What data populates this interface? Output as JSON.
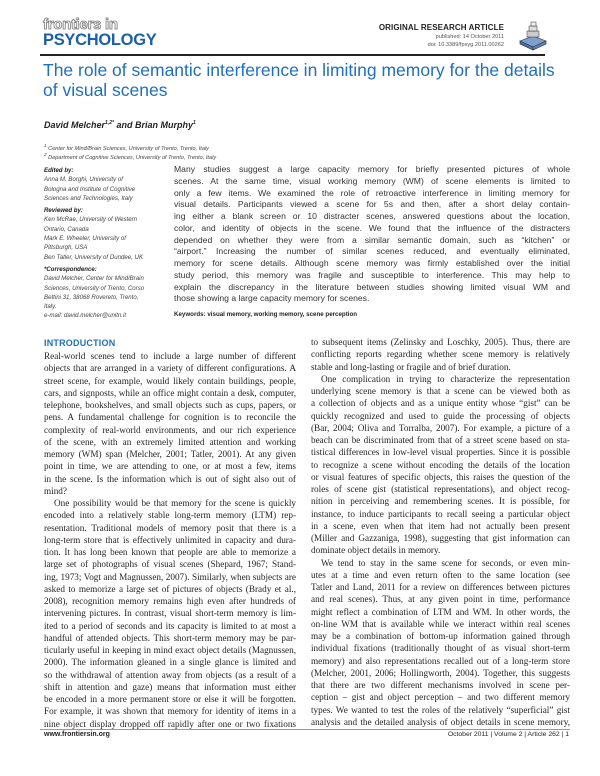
{
  "header": {
    "journal_line1": "frontiers in",
    "journal_line2": "PSYCHOLOGY",
    "article_type": "ORIGINAL RESEARCH ARTICLE",
    "published": "published: 14 October 2011",
    "doi": "doi: 10.3389/fpsyg.2011.00262",
    "brand_color": "#1b5fa6",
    "icon": "frontiers-stack-icon"
  },
  "title": "The role of semantic interference in limiting memory for the details of visual scenes",
  "authors": {
    "a1": "David Melcher",
    "a1_sup": "1,2*",
    "and": " and ",
    "a2": "Brian Murphy",
    "a2_sup": "1"
  },
  "affiliations": [
    {
      "sup": "1",
      "text": "Center for Mind/Brain Sciences, University of Trento, Trento, Italy"
    },
    {
      "sup": "2",
      "text": "Department of Cognitive Sciences, University of Trento, Trento, Italy"
    }
  ],
  "sidebar": {
    "edited_by_label": "Edited by:",
    "edited_by": [
      "Anna M. Borghi, University of",
      "Bologna and Institute of Cognitive",
      "Sciences and Technologies, Italy"
    ],
    "reviewed_by_label": "Reviewed by:",
    "reviewed_by": [
      "Ken McRae, University of Western",
      "Ontario, Canada",
      "Mark E. Wheeler, University of",
      "Pittsburgh, USA",
      "Ben Tatler, University of Dundee, UK"
    ],
    "correspondence_label": "*Correspondence:",
    "correspondence": [
      "David Melcher, Center for Mind/Brain",
      "Sciences, University of Trento, Corso",
      "Bettini 31, 38068 Rovereto, Trento,",
      "Italy.",
      "e-mail: david.melcher@unitn.it"
    ]
  },
  "abstract": [
    "Many studies suggest a large capacity memory for briefly presented pictures of whole",
    "scenes. At the same time, visual working memory (WM) of scene elements is limited to",
    "only a few items. We examined the role of retroactive interference in limiting memory for",
    "visual details. Participants viewed a scene for 5s and then, after a short delay contain-",
    "ing either a blank screen or 10 distracter scenes, answered questions about the location,",
    "color, and identity of objects in the scene. We found that the influence of the distracters",
    "depended on whether they were from a similar semantic domain, such as “kitchen” or",
    "“airport.” Increasing the number of similar scenes reduced, and eventually eliminated,",
    "memory for scene details. Although scene memory was firmly established over the initial",
    "study period, this memory was fragile and susceptible to interference. This may help to",
    "explain the discrepancy in the literature between studies showing limited visual WM and",
    "those showing a large capacity memory for scenes."
  ],
  "keywords": "Keywords: visual memory, working memory, scene perception",
  "intro_heading": "INTRODUCTION",
  "left_column": [
    {
      "indent": false,
      "lines": [
        "Real-world scenes tend to include a large number of different",
        "objects that are arranged in a variety of different configurations. A",
        "street scene, for example, would likely contain buildings, people,",
        "cars, and signposts, while an office might contain a desk, computer,",
        "telephone, bookshelves, and small objects such as cups, papers, or",
        "pens. A fundamental challenge for cognition is to reconcile the",
        "complexity of real-world environments, and our rich experience",
        "of the scene, with an extremely limited attention and working",
        "memory (WM) span (Melcher, 2001; Tatler, 2001). At any given",
        "point in time, we are attending to one, or at most a few, items",
        "in the scene. Is the information which is out of sight also out of",
        "mind?"
      ]
    },
    {
      "indent": true,
      "lines": [
        "One possibility would be that memory for the scene is quickly",
        "encoded into a relatively stable long-term memory (LTM) rep-",
        "resentation. Traditional models of memory posit that there is a",
        "long-term store that is effectively unlimited in capacity and dura-",
        "tion. It has long been known that people are able to memorize a",
        "large set of photographs of visual scenes (Shepard, 1967; Stand-",
        "ing, 1973; Vogt and Magnussen, 2007). Similarly, when subjects are",
        "asked to memorize a large set of pictures of objects (Brady et al.,",
        "2008), recognition memory remains high even after hundreds of",
        "intervening pictures. In contrast, visual short-term memory is lim-",
        "ited to a period of seconds and its capacity is limited to at most a",
        "handful of attended objects. This short-term memory may be par-",
        "ticularly useful in keeping in mind exact object details (Magnussen,",
        "2000). The information gleaned in a single glance is limited and",
        "so the withdrawal of attention away from objects (as a result of a",
        "shift in attention and gaze) means that information must either",
        "be encoded in a more permanent store or else it will be forgotten.",
        "For example, it was shown that memory for identity of items in a",
        "nine object display dropped off rapidly after one or two fixations"
      ],
      "continues": true
    }
  ],
  "right_column": [
    {
      "indent": false,
      "lines": [
        "to subsequent items (Zelinsky and Loschky, 2005). Thus, there are",
        "conflicting reports regarding whether scene memory is relatively",
        "stable and long-lasting or fragile and of brief duration."
      ]
    },
    {
      "indent": true,
      "lines": [
        "One complication in trying to characterize the representation",
        "underlying scene memory is that a scene can be viewed both as",
        "a collection of objects and as a unique entity whose “gist” can be",
        "quickly recognized and used to guide the processing of objects",
        "(Bar, 2004; Oliva and Torralba, 2007). For example, a picture of a",
        "beach can be discriminated from that of a street scene based on sta-",
        "tistical differences in low-level visual properties. Since it is possible",
        "to recognize a scene without encoding the details of the location",
        "or visual features of specific objects, this raises the question of the",
        "roles of scene gist (statistical representations), and object recog-",
        "nition in perceiving and remembering scenes. It is possible, for",
        "instance, to induce participants to recall seeing a particular object",
        "in a scene, even when that item had not actually been present",
        "(Miller and Gazzaniga, 1998), suggesting that gist information can",
        "dominate object details in memory."
      ]
    },
    {
      "indent": true,
      "lines": [
        "We tend to stay in the same scene for seconds, or even min-",
        "utes at a time and even return often to the same location (see",
        "Tatler and Land, 2011 for a review on differences between pictures",
        "and real scenes). Thus, at any given point in time, performance",
        "might reflect a combination of LTM and WM. In other words, the",
        "on-line WM that is available while we interact within real scenes",
        "may be a combination of bottom-up information gained through",
        "individual fixations (traditionally thought of as visual short-term",
        "memory) and also representations recalled out of a long-term store",
        "(Melcher, 2001, 2006; Hollingworth, 2004). Together, this suggests",
        "that there are two different mechanisms involved in scene per-",
        "ception – gist and object perception – and two different memory",
        "types. We wanted to test the roles of the relatively “superficial” gist",
        "analysis and the detailed analysis of object details in scene memory,"
      ],
      "continues": true
    }
  ],
  "footer": {
    "site": "www.frontiersin.org",
    "info": "October 2011 | Volume 2 | Article 262 | 1"
  }
}
